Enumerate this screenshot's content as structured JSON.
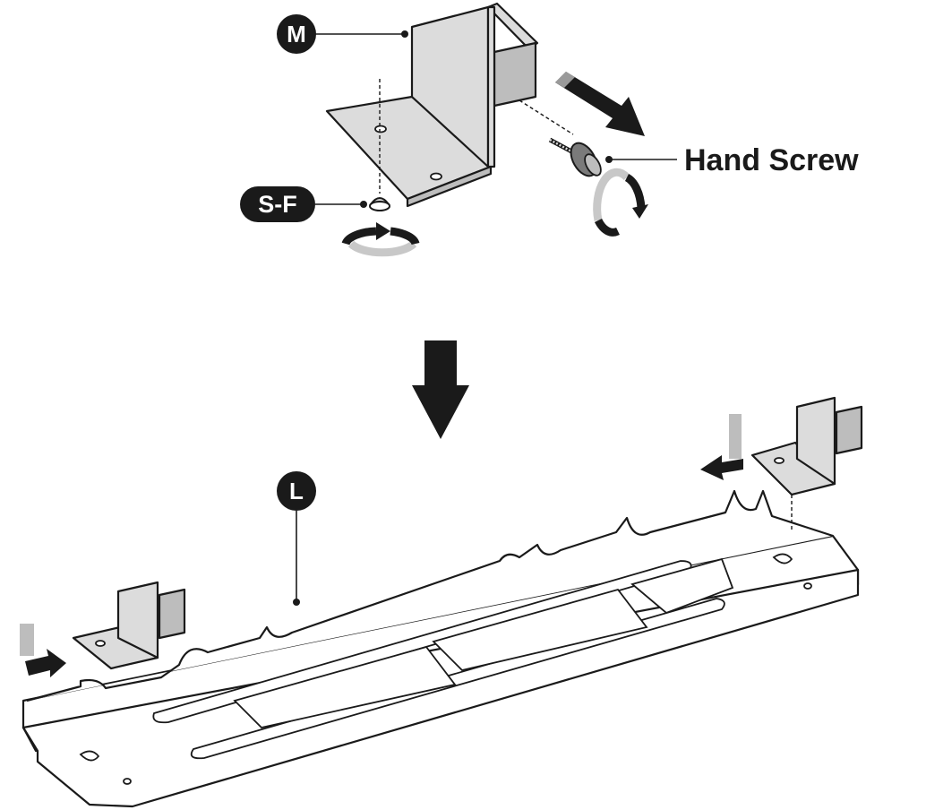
{
  "labels": {
    "m": "M",
    "sf": "S-F",
    "l": "L",
    "hand_screw": "Hand Screw"
  },
  "colors": {
    "ink": "#1a1a1a",
    "metal": "#dcdcdc",
    "metal_dark": "#bdbdbd",
    "arrow_fill": "#1a1a1a",
    "rotation_grey": "#c8c8c8"
  },
  "icons": {
    "down_arrow": "big-down-arrow-icon",
    "rotate": "rotate-arrow-icon",
    "push": "push-arrow-icon"
  }
}
